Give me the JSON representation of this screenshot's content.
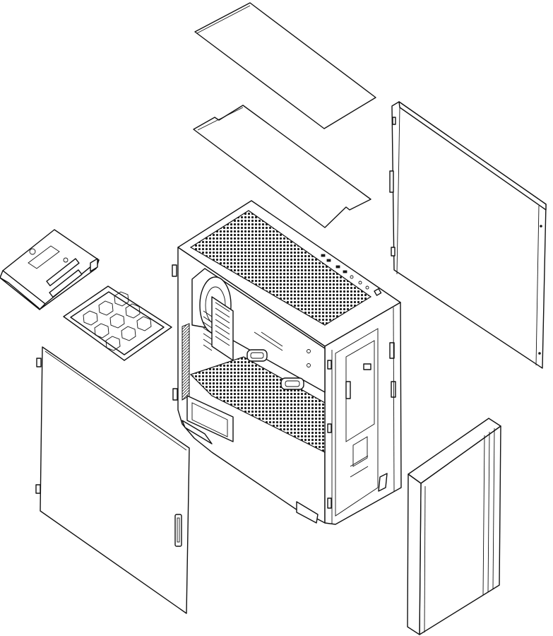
{
  "diagram": {
    "type": "exploded-view",
    "line_color": "#111111",
    "background_color": "#ffffff",
    "parts": [
      "top-glass-panel",
      "top-dust-filter",
      "right-side-panel",
      "drive-cage",
      "bottom-dust-filter",
      "chassis",
      "left-side-panel",
      "front-panel"
    ]
  }
}
